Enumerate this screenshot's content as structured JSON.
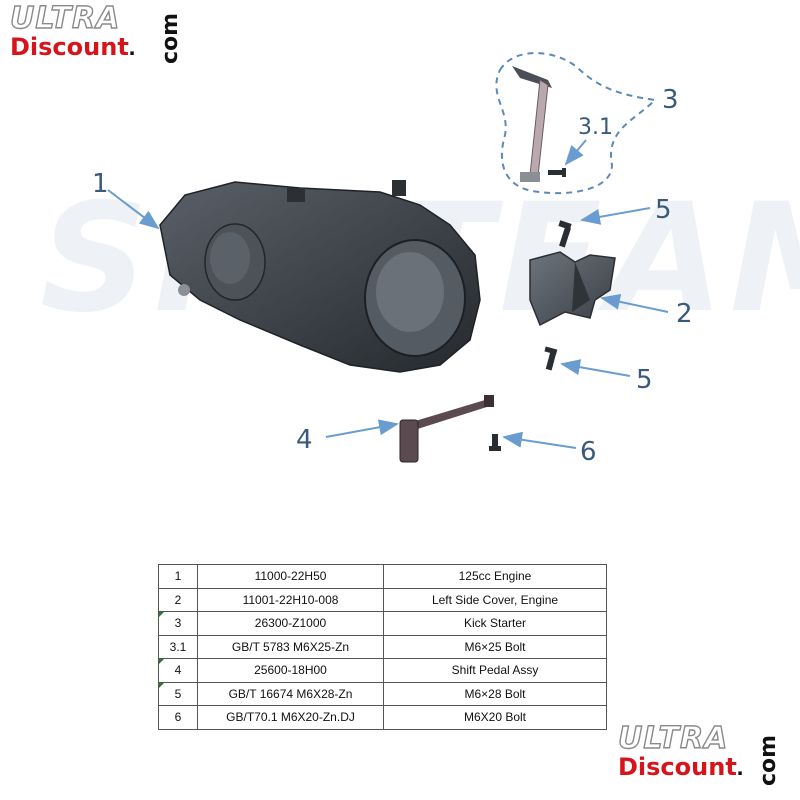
{
  "logo": {
    "ultra": "ULTRA",
    "discount": "Discount",
    "dot": ".",
    "com": "com"
  },
  "watermark": "SKYTEAM",
  "callouts": {
    "engine": "1",
    "left_cover": "2",
    "kick_starter": "3",
    "kick_bolt": "3.1",
    "shift_pedal": "4",
    "bolt_upper": "5",
    "bolt_lower": "5",
    "bolt_m6x20": "6"
  },
  "parts_table": {
    "rows": [
      {
        "ref": "1",
        "part_no": "11000-22H50",
        "description": "125cc Engine",
        "marked": false
      },
      {
        "ref": "2",
        "part_no": "11001-22H10-008",
        "description": "Left Side Cover, Engine",
        "marked": false
      },
      {
        "ref": "3",
        "part_no": "26300-Z1000",
        "description": "Kick Starter",
        "marked": true
      },
      {
        "ref": "3.1",
        "part_no": "GB/T 5783 M6X25-Zn",
        "description": "M6×25 Bolt",
        "marked": false
      },
      {
        "ref": "4",
        "part_no": "25600-18H00",
        "description": "Shift Pedal Assy",
        "marked": true
      },
      {
        "ref": "5",
        "part_no": "GB/T 16674 M6X28-Zn",
        "description": "M6×28 Bolt",
        "marked": true
      },
      {
        "ref": "6",
        "part_no": "GB/T70.1 M6X20-Zn.DJ",
        "description": "M6X20 Bolt",
        "marked": false
      }
    ]
  },
  "colors": {
    "callout_arrow": "#6a9ccf",
    "callout_text": "#3a5a7a",
    "brand_red": "#d8141b",
    "engine_body": "#3d4248",
    "watermark": "#eef1f6"
  }
}
